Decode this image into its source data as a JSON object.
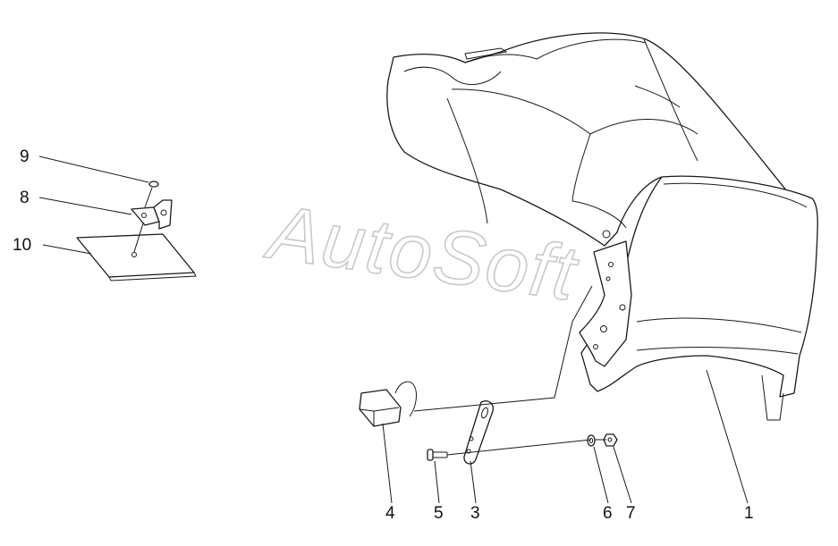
{
  "watermark": "AutoSoft",
  "callouts": [
    {
      "label": "1",
      "part": "saddle"
    },
    {
      "label": "3",
      "part": "hinge-plate"
    },
    {
      "label": "4",
      "part": "lock"
    },
    {
      "label": "5",
      "part": "bolt"
    },
    {
      "label": "6",
      "part": "washer"
    },
    {
      "label": "7",
      "part": "nut"
    },
    {
      "label": "8",
      "part": "bracket"
    },
    {
      "label": "9",
      "part": "screw"
    },
    {
      "label": "10",
      "part": "plate"
    }
  ],
  "colors": {
    "line": "#1a1a1a",
    "watermark": "#c9c9c9",
    "background": "#ffffff"
  }
}
